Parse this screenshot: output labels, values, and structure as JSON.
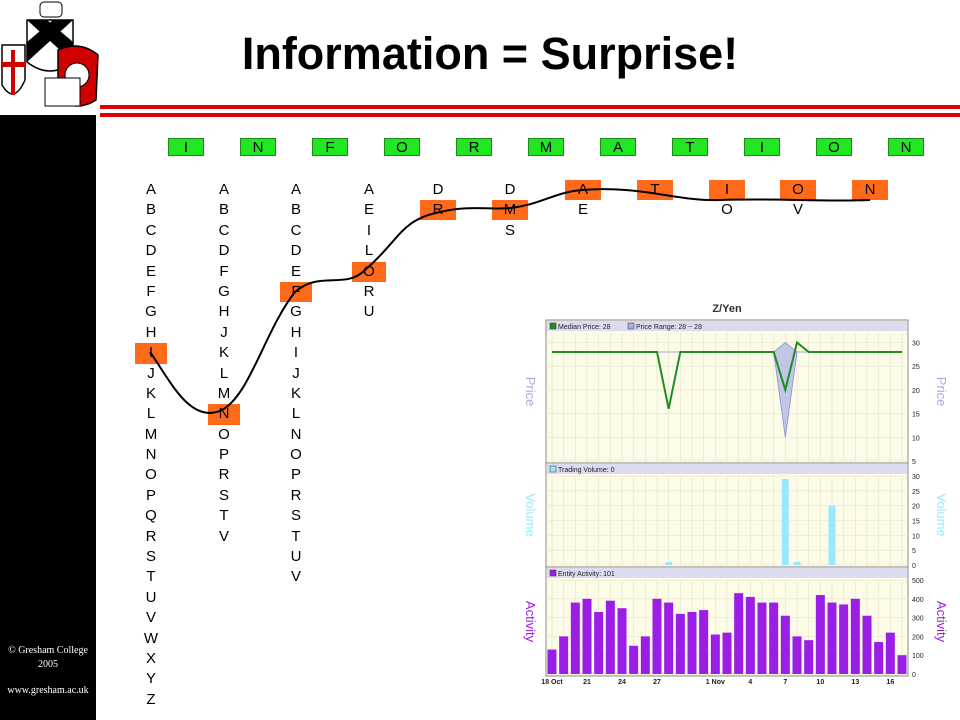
{
  "title": "Information = Surprise!",
  "footer": {
    "line1": "© Gresham College",
    "line2": "2005",
    "url": "www.gresham.ac.uk"
  },
  "colors": {
    "accent_red": "#e00000",
    "highlight_orange": "#ff6a1a",
    "word_green": "#22e622"
  },
  "word_letters": [
    "I",
    "N",
    "F",
    "O",
    "R",
    "M",
    "A",
    "T",
    "I",
    "O",
    "N"
  ],
  "letter_columns": [
    {
      "letters": [
        "A",
        "B",
        "C",
        "D",
        "E",
        "F",
        "G",
        "H",
        "I",
        "J",
        "K",
        "L",
        "M",
        "N",
        "O",
        "P",
        "Q",
        "R",
        "S",
        "T",
        "U",
        "V",
        "W",
        "X",
        "Y",
        "Z"
      ],
      "selected": 8
    },
    {
      "letters": [
        "A",
        "B",
        "C",
        "D",
        "F",
        "G",
        "H",
        "J",
        "K",
        "L",
        "M",
        "N",
        "O",
        "P",
        "R",
        "S",
        "T",
        "V"
      ],
      "selected": 11
    },
    {
      "letters": [
        "A",
        "B",
        "C",
        "D",
        "E",
        "F",
        "G",
        "H",
        "I",
        "J",
        "K",
        "L",
        "N",
        "O",
        "P",
        "R",
        "S",
        "T",
        "U",
        "V"
      ],
      "selected": 5
    },
    {
      "letters": [
        "A",
        "E",
        "I",
        "L",
        "O",
        "R",
        "U"
      ],
      "selected": 4
    },
    {
      "letters": [
        "D",
        "R"
      ],
      "selected": 1
    },
    {
      "letters": [
        "D",
        "M",
        "S"
      ],
      "selected": 1
    },
    {
      "letters": [
        "A",
        "E"
      ],
      "selected": 0
    },
    {
      "letters": [
        "T"
      ],
      "selected": 0
    },
    {
      "letters": [
        "I",
        "O"
      ],
      "selected": 0
    },
    {
      "letters": [
        "O",
        "V"
      ],
      "selected": 0
    },
    {
      "letters": [
        "N"
      ],
      "selected": 0
    }
  ],
  "chart": {
    "title": "Z/Yen",
    "panels": [
      {
        "legend": "Median Price: 28",
        "legend2": "Price Range: 28 ~ 28",
        "axis_label": "Price",
        "yticks": [
          5,
          10,
          15,
          20,
          25,
          30
        ],
        "ylim": [
          5,
          32
        ]
      },
      {
        "legend": "Trading Volume: 0",
        "axis_label": "Volume",
        "yticks": [
          0,
          5,
          10,
          15,
          20,
          25,
          30
        ],
        "ylim": [
          0,
          30
        ]
      },
      {
        "legend": "Entity Activity: 101",
        "axis_label": "Activity",
        "yticks": [
          0,
          100,
          200,
          300,
          400,
          500
        ],
        "ylim": [
          0,
          500
        ]
      }
    ],
    "xlabels": [
      "18 Oct",
      "21",
      "24",
      "27",
      "1 Nov",
      "4",
      "7",
      "10",
      "13",
      "16"
    ]
  },
  "chart_data": {
    "type": "line",
    "title": "Z/Yen",
    "x": [
      "18 Oct",
      "19",
      "20",
      "21",
      "22",
      "23",
      "24",
      "25",
      "26",
      "27",
      "28",
      "29",
      "30",
      "31",
      "1 Nov",
      "2",
      "3",
      "4",
      "5",
      "6",
      "7",
      "8",
      "9",
      "10",
      "11",
      "12",
      "13",
      "14",
      "15",
      "16",
      "17"
    ],
    "series": [
      {
        "name": "Median Price: 28",
        "values": [
          28,
          28,
          28,
          28,
          28,
          28,
          28,
          28,
          28,
          28,
          16,
          28,
          28,
          28,
          28,
          28,
          28,
          28,
          28,
          28,
          20,
          30,
          28,
          28,
          28,
          28,
          28,
          28,
          28,
          28,
          28
        ]
      },
      {
        "name": "Price Range: 28 ~ 28",
        "low": [
          28,
          28,
          28,
          28,
          28,
          28,
          28,
          28,
          28,
          28,
          28,
          28,
          28,
          28,
          28,
          28,
          28,
          28,
          28,
          28,
          10,
          28,
          28,
          28,
          28,
          28,
          28,
          28,
          28,
          28,
          28
        ],
        "high": [
          28,
          28,
          28,
          28,
          28,
          28,
          28,
          28,
          28,
          28,
          28,
          28,
          28,
          28,
          28,
          28,
          28,
          28,
          28,
          28,
          30,
          28,
          28,
          28,
          28,
          28,
          28,
          28,
          28,
          28,
          28
        ]
      },
      {
        "name": "Trading Volume: 0",
        "values": [
          0,
          0,
          0,
          0,
          0,
          0,
          0,
          0,
          0,
          0,
          1,
          0,
          0,
          0,
          0,
          0,
          0,
          0,
          0,
          0,
          29,
          1,
          0,
          0,
          20,
          0,
          0,
          0,
          0,
          0,
          0
        ]
      },
      {
        "name": "Entity Activity: 101",
        "values": [
          130,
          200,
          380,
          400,
          330,
          390,
          350,
          150,
          200,
          400,
          380,
          320,
          330,
          340,
          210,
          220,
          430,
          410,
          380,
          380,
          310,
          200,
          180,
          420,
          380,
          370,
          400,
          310,
          170,
          220,
          100
        ]
      }
    ]
  }
}
